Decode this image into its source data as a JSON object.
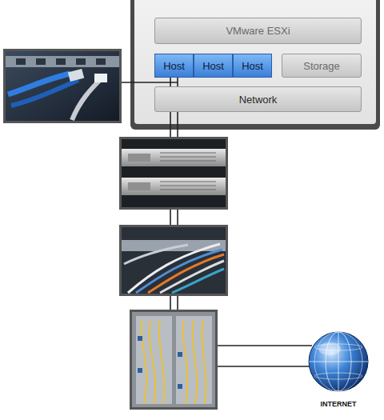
{
  "diagram": {
    "nodes": [
      {
        "text": [
          "VMware ESXi"
        ]
      },
      {
        "text": [
          "Host"
        ]
      },
      {
        "text": [
          "Host"
        ]
      },
      {
        "text": [
          "Host"
        ]
      },
      {
        "text": [
          "Storage"
        ]
      },
      {
        "text": [
          "Network"
        ]
      },
      {
        "text": [
          "INTERNET"
        ]
      }
    ]
  }
}
